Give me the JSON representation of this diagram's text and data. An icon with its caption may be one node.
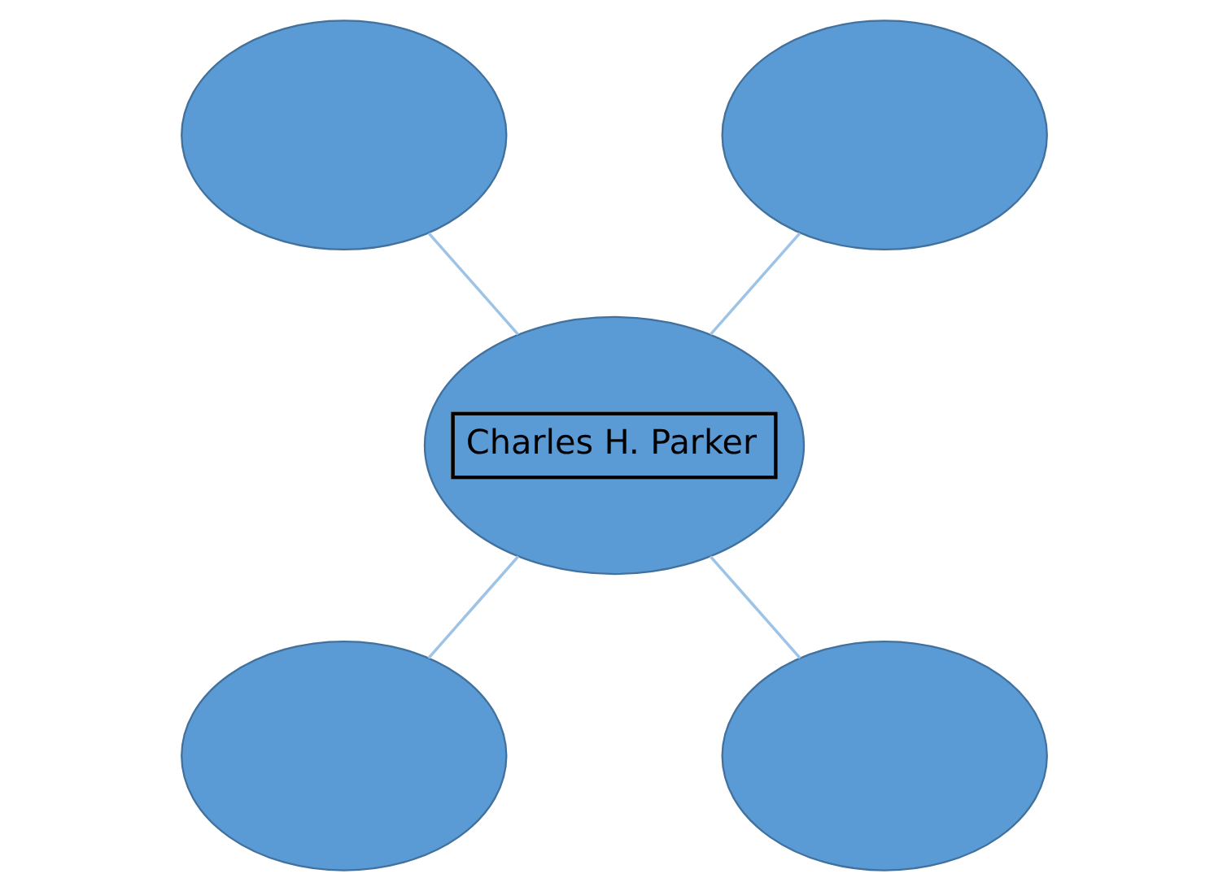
{
  "diagram": {
    "nodes": [
      {
        "text": [],
        "shape": "ellipse"
      },
      {
        "text": [],
        "shape": "ellipse"
      },
      {
        "text": [
          "Charles H. Parker"
        ]
      },
      {
        "text": [],
        "shape": "ellipse"
      },
      {
        "text": [],
        "shape": "ellipse"
      }
    ],
    "edges": [
      {
        "from": 0,
        "to": 2,
        "arrow": "none"
      },
      {
        "from": 1,
        "to": 2,
        "arrow": "none"
      },
      {
        "from": 2,
        "to": 3,
        "arrow": "none"
      },
      {
        "from": 2,
        "to": 4,
        "arrow": "none"
      }
    ]
  }
}
